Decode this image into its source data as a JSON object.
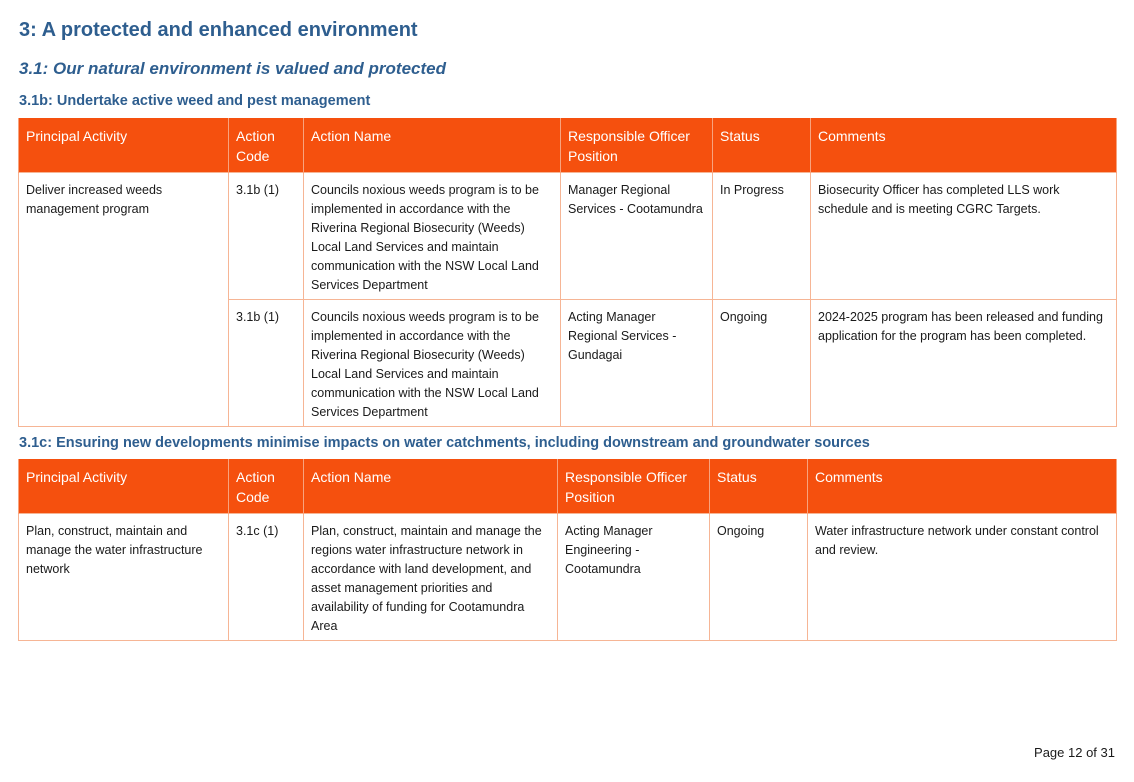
{
  "heading1": "3: A protected and enhanced environment",
  "heading2": "3.1: Our natural environment is valued and protected",
  "sections": [
    {
      "heading": "3.1b: Undertake active weed and pest management",
      "columns": [
        "Principal Activity",
        "Action Code",
        "Action Name",
        "Responsible Officer Position",
        "Status",
        "Comments"
      ],
      "principal_activity": "Deliver increased weeds management program",
      "rows": [
        {
          "code": "3.1b (1)",
          "name": "Councils noxious weeds program is to be implemented in accordance with the Riverina Regional Biosecurity (Weeds) Local Land Services and maintain communication with the NSW Local Land Services Department",
          "officer": "Manager Regional Services - Cootamundra",
          "status": "In Progress",
          "comments": "Biosecurity Officer has completed LLS work schedule and is meeting CGRC Targets."
        },
        {
          "code": "3.1b (1)",
          "name": "Councils noxious weeds program is to be implemented in accordance with the Riverina Regional Biosecurity (Weeds) Local Land Services and maintain communication with the NSW Local Land Services Department",
          "officer": "Acting Manager Regional Services - Gundagai",
          "status": "Ongoing",
          "comments": "2024-2025 program has been released and funding application for the program has been completed."
        }
      ]
    },
    {
      "heading": "3.1c: Ensuring new developments minimise impacts on water catchments, including downstream and groundwater sources",
      "columns": [
        "Principal Activity",
        "Action Code",
        "Action Name",
        "Responsible Officer Position",
        "Status",
        "Comments"
      ],
      "principal_activity": "Plan, construct, maintain and manage the water infrastructure network",
      "rows": [
        {
          "code": "3.1c (1)",
          "name": "Plan, construct, maintain and manage the regions water infrastructure network in accordance with land development, and asset management priorities and availability of funding for Cootamundra Area",
          "officer": "Acting Manager Engineering - Cootamundra",
          "status": "Ongoing",
          "comments": "Water infrastructure network under constant control and review."
        }
      ]
    }
  ],
  "footer": {
    "page": "Page 12 of 31"
  },
  "colors": {
    "heading": "#2e5e8f",
    "table_header": "#f5500e",
    "table_border": "#f6b595"
  }
}
